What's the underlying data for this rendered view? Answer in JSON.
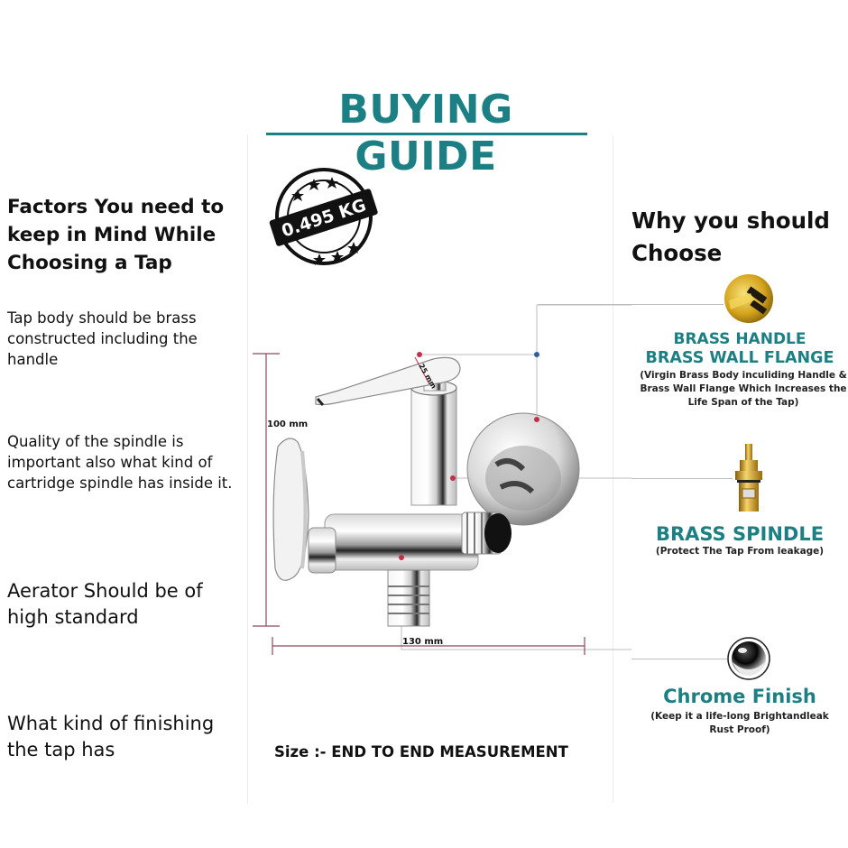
{
  "header": {
    "title": "BUYING GUIDE"
  },
  "weight_badge": {
    "label": "0.495 KG",
    "icon": "star-stamp-icon"
  },
  "left_column": {
    "heading": "Factors You need to keep in Mind While Choosing a Tap",
    "points": [
      "Tap body should be brass constructed including the handle",
      "Quality of the spindle is important also what kind of cartridge spindle has inside it.",
      "Aerator Should be of high standard",
      "What kind of finishing the tap has"
    ]
  },
  "product": {
    "image": "angle-valve-tap-image",
    "dimensions": {
      "height": "100 mm",
      "width": "130 mm",
      "handle": "25 mm"
    },
    "size_prefix": "Size :- ",
    "size_value": "END TO END MEASUREMENT"
  },
  "right_column": {
    "heading": "Why you should Choose",
    "features": [
      {
        "icon": "brass-bar-icon",
        "title_line1": "BRASS HANDLE",
        "title_line2": "BRASS WALL FLANGE",
        "description": "(Virgin Brass Body inculiding Handle & Brass Wall Flange Which Increases the Life Span of the Tap)"
      },
      {
        "icon": "brass-cartridge-spindle-icon",
        "title_line1": "BRASS SPINDLE",
        "description": "(Protect The Tap From leakage)"
      },
      {
        "icon": "chrome-ball-icon",
        "title_line1": "Chrome Finish",
        "description_line1": "(Keep it a life-long Brightandleak",
        "description_line2": "Rust Proof)"
      }
    ]
  },
  "colors": {
    "accent": "#1c7f83",
    "dimension_line": "#8a4a5e",
    "marker_red": "#c0304a",
    "marker_blue": "#2e5e9e",
    "leader_line": "#bdbdbd"
  }
}
